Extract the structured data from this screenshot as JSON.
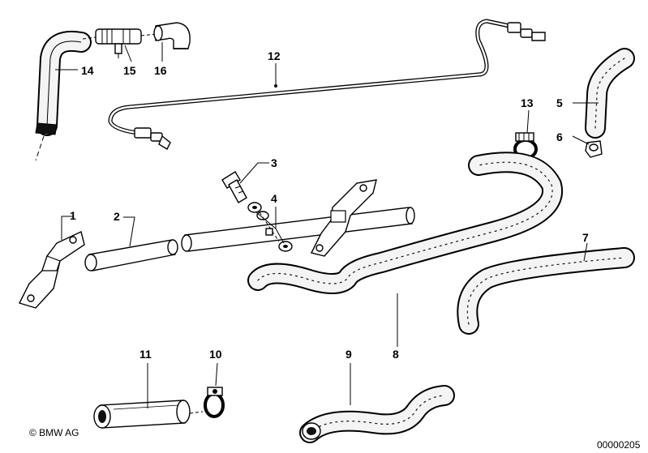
{
  "callouts": {
    "c1": "1",
    "c2": "2",
    "c3": "3",
    "c4": "4",
    "c5": "5",
    "c6": "6",
    "c7": "7",
    "c8": "8",
    "c9": "9",
    "c10": "10",
    "c11": "11",
    "c12": "12",
    "c13": "13",
    "c14": "14",
    "c15": "15",
    "c16": "16"
  },
  "footer": {
    "copyright": "© BMW AG",
    "image_number": "00000205"
  }
}
